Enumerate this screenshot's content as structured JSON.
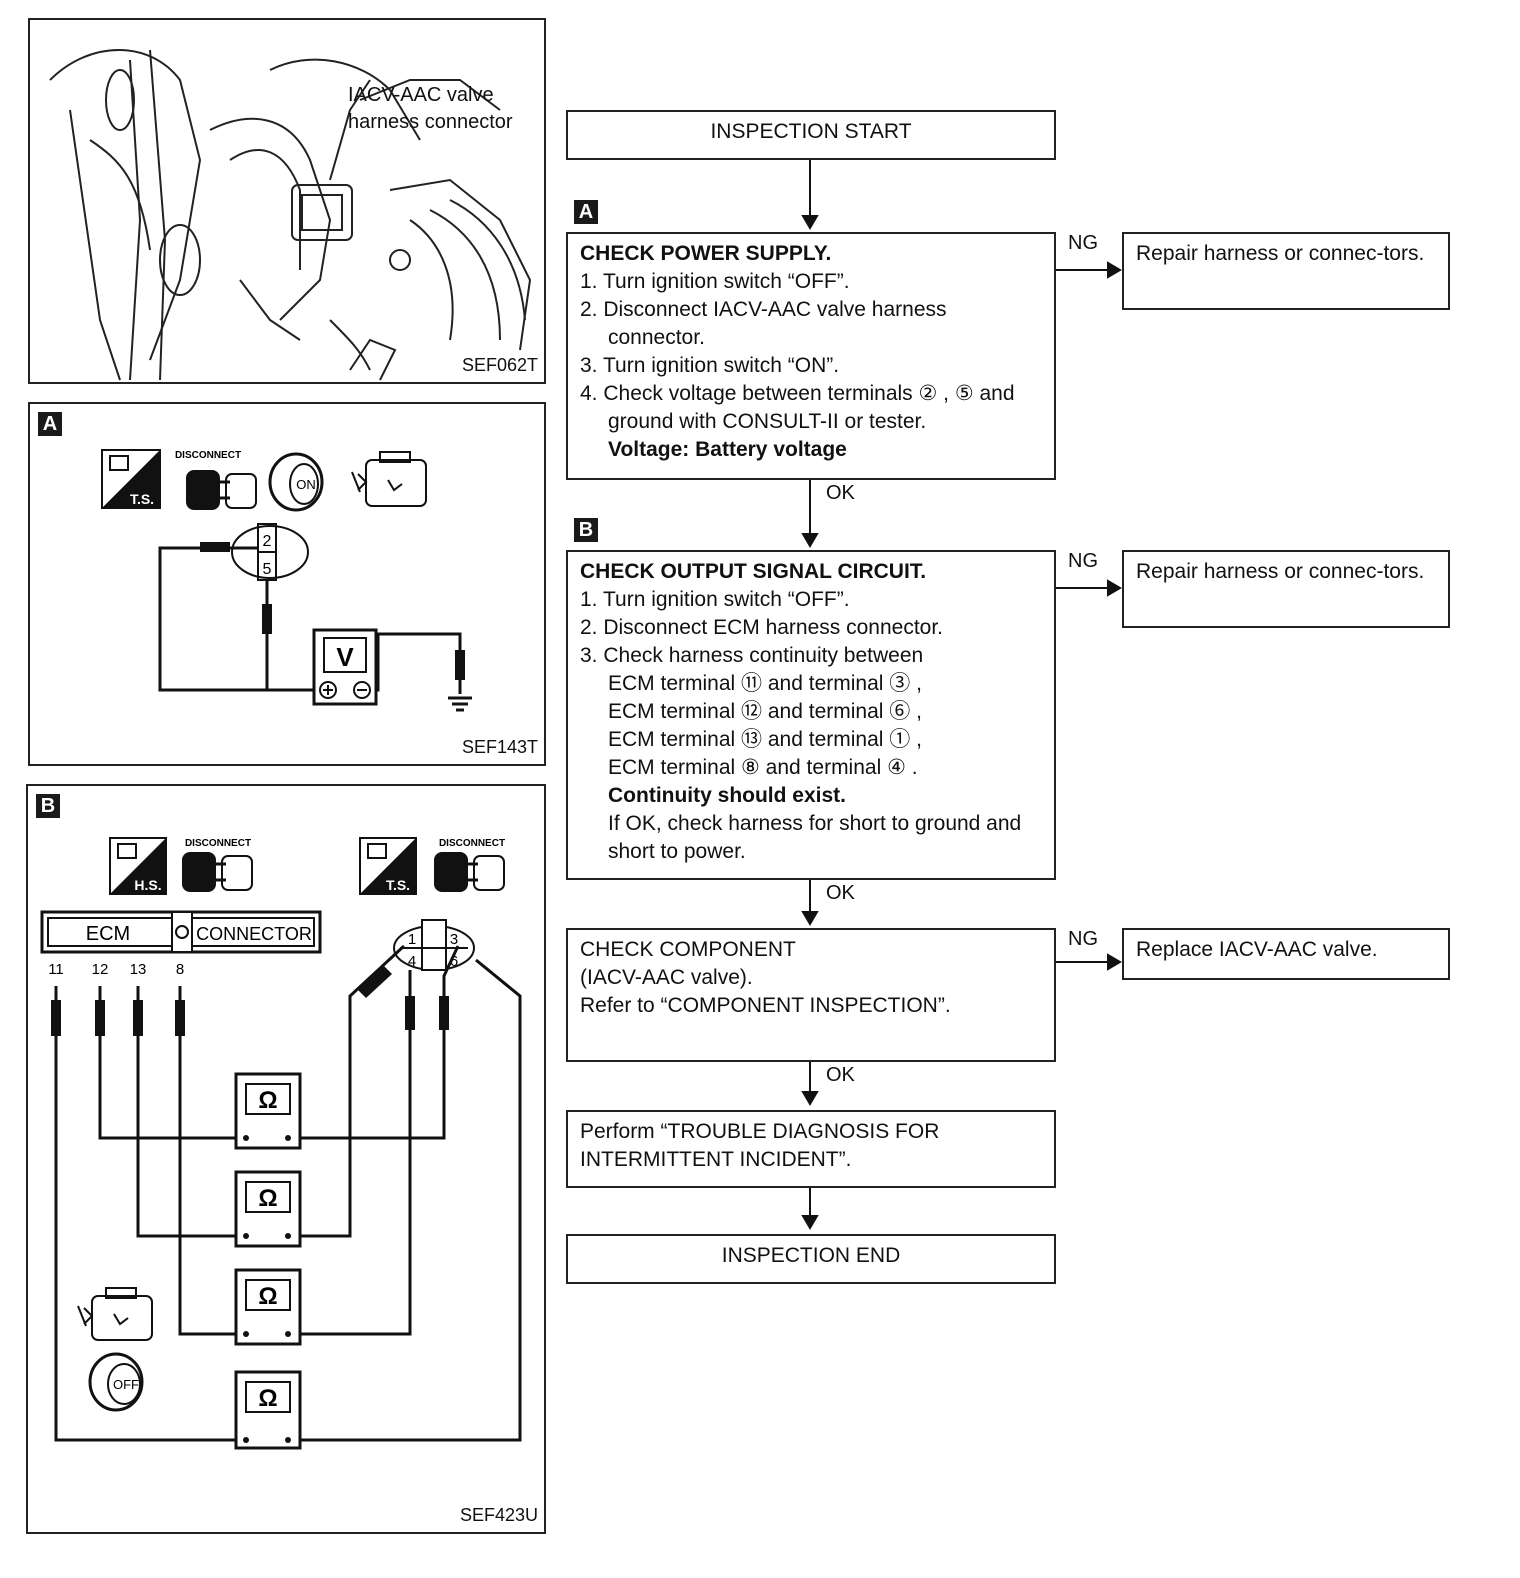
{
  "top_figure": {
    "callout_line1": "IACV-AAC valve",
    "callout_line2": "harness connector",
    "fig_id": "SEF062T"
  },
  "figure_a": {
    "tag": "A",
    "icons": {
      "ts_label": "T.S.",
      "disconnect_label": "DISCONNECT",
      "key_label": "ON"
    },
    "terminals": [
      "2",
      "5"
    ],
    "meter_label": "V",
    "fig_id": "SEF143T"
  },
  "figure_b": {
    "tag": "B",
    "icons": {
      "hs_label": "H.S.",
      "ts_label": "T.S.",
      "disconnect_label": "DISCONNECT",
      "key_label": "OFF"
    },
    "ecm_label": "ECM",
    "connector_label": "CONNECTOR",
    "ecm_pins": [
      "11",
      "12",
      "13",
      "8"
    ],
    "conn_terminals": [
      "1",
      "3",
      "4",
      "6"
    ],
    "meter_label": "Ω",
    "fig_id": "SEF423U"
  },
  "flowchart": {
    "start": "INSPECTION START",
    "end": "INSPECTION END",
    "ok_label": "OK",
    "ng_label": "NG",
    "step_a": {
      "tag": "A",
      "title": "CHECK POWER SUPPLY.",
      "items": [
        "1. Turn ignition switch “OFF”.",
        "2. Disconnect IACV-AAC valve harness connector.",
        "3. Turn ignition switch “ON”.",
        "4. Check voltage between terminals ② , ⑤ and ground with CONSULT-II or tester."
      ],
      "spec": "Voltage: Battery voltage",
      "ng_action": "Repair harness or connec-tors."
    },
    "step_b": {
      "tag": "B",
      "title": "CHECK OUTPUT SIGNAL CIRCUIT.",
      "items": [
        "1. Turn ignition switch “OFF”.",
        "2. Disconnect ECM harness connector.",
        "3. Check harness continuity between"
      ],
      "pairs": [
        "ECM terminal ⑪ and terminal ③ ,",
        "ECM terminal ⑫ and terminal ⑥ ,",
        "ECM terminal ⑬ and terminal ① ,",
        "ECM terminal ⑧ and terminal ④ ."
      ],
      "spec": "Continuity should exist.",
      "note": "If OK, check harness for short to ground and short to power.",
      "ng_action": "Repair harness or connec-tors."
    },
    "step_c": {
      "line1": "CHECK COMPONENT",
      "line2": "(IACV-AAC valve).",
      "line3": "Refer to “COMPONENT INSPECTION”.",
      "ng_action": "Replace IACV-AAC valve."
    },
    "step_d": {
      "text": "Perform “TROUBLE DIAGNOSIS FOR INTERMITTENT INCIDENT”."
    }
  }
}
